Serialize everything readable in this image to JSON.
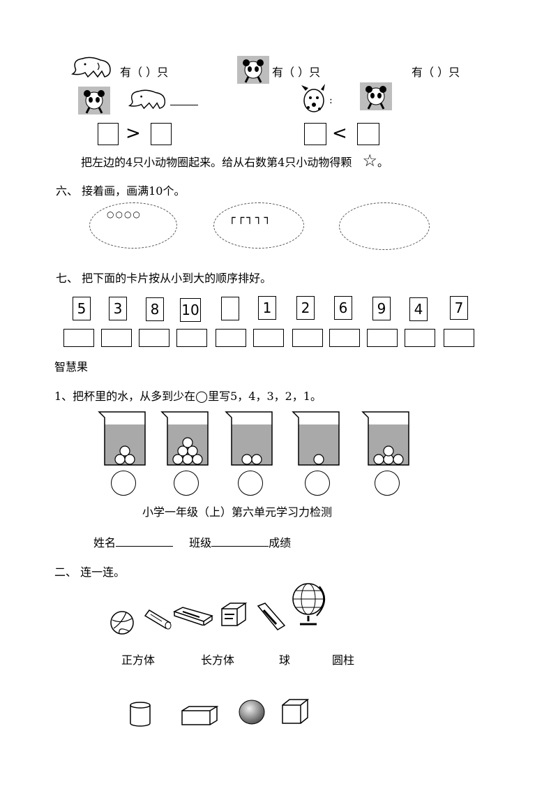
{
  "section_compare": {
    "count_label_1": "有（  ）只",
    "count_label_2": "有（  ）只",
    "count_label_3": "有（  ）只",
    "gt_symbol": ">",
    "lt_symbol": "<",
    "instruction": "把左边的4只小动物圈起来。给从右数第4只小动物得颗",
    "star_glyph": "☆",
    "period": "。"
  },
  "section_six": {
    "heading": "六、  接着画，画满10个。",
    "oval1_marks": "○○○○",
    "oval2_marks": "┌┌┐┐┐"
  },
  "section_seven": {
    "heading": "七、  把下面的卡片按从小到大的顺序排好。",
    "cards": [
      "5",
      "3",
      "8",
      "10",
      "",
      "1",
      "2",
      "6",
      "9",
      "4",
      "7"
    ]
  },
  "wisdom": {
    "heading": "智慧果",
    "question": "1、把杯里的水，从多到少在◯里写5，4，3，2，1。",
    "cup_ball_counts": [
      3,
      6,
      2,
      1,
      4
    ],
    "colors": {
      "water": "#a9a9a9"
    }
  },
  "test_header": {
    "title": "小学一年级（上）第六单元学习力检测",
    "name_label": "姓名",
    "class_label": "班级",
    "score_label": "成绩"
  },
  "section_two": {
    "heading": "二、   连一连。",
    "shape_labels": [
      "正方体",
      "长方体",
      "球",
      "圆柱"
    ]
  }
}
